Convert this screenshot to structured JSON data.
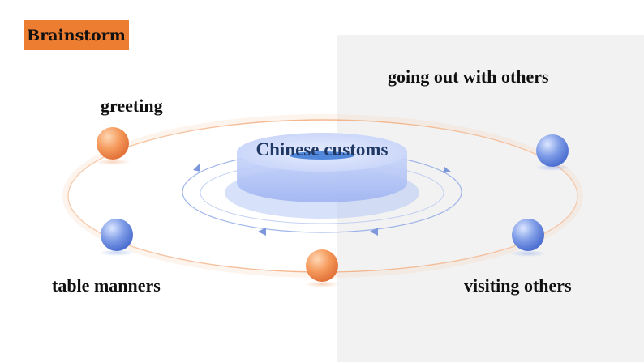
{
  "badge": {
    "label": "Brainstorm"
  },
  "center": {
    "label": "Chinese customs"
  },
  "topics": [
    {
      "label": "greeting"
    },
    {
      "label": "going out with others"
    },
    {
      "label": "table manners"
    },
    {
      "label": "visiting others"
    }
  ],
  "colors": {
    "badge": "#ed7d31",
    "orange_node": "#f08a4b",
    "blue_node": "#5a7fd6",
    "panel": "#f2f2f2"
  }
}
